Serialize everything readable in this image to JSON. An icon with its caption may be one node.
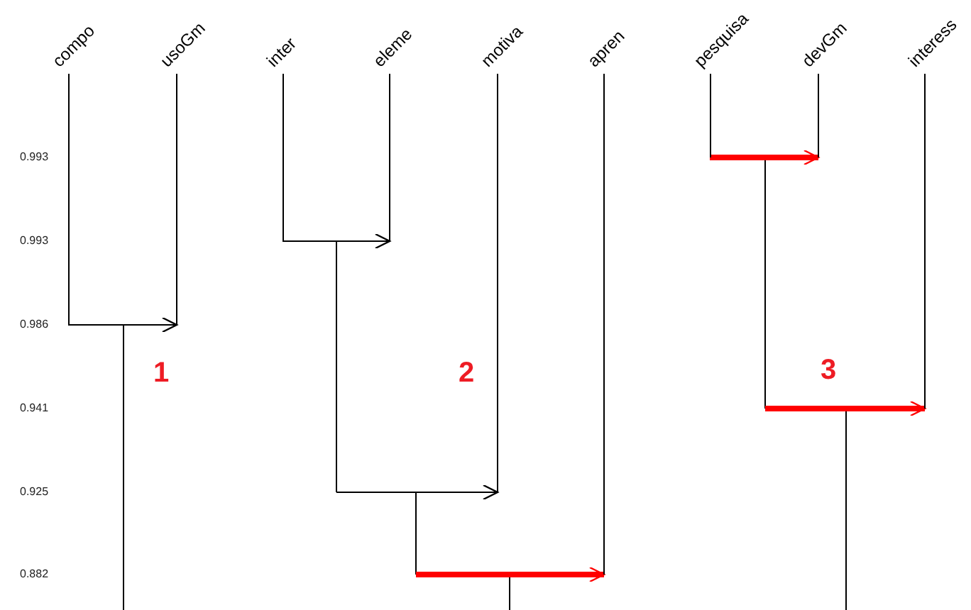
{
  "diagram": {
    "nodes": [
      {
        "text": [
          "compo"
        ]
      },
      {
        "text": [
          "usoGm"
        ]
      },
      {
        "text": [
          "inter"
        ]
      },
      {
        "text": [
          "eleme"
        ]
      },
      {
        "text": [
          "motiva"
        ]
      },
      {
        "text": [
          "apren"
        ]
      },
      {
        "text": [
          "pesquisa"
        ]
      },
      {
        "text": [
          "devGm"
        ]
      },
      {
        "text": [
          "interess"
        ]
      }
    ],
    "edges": [
      {
        "from": 0,
        "to": 1,
        "arrow": "to"
      },
      {
        "from": 2,
        "to": 3,
        "arrow": "to"
      },
      {
        "from": null,
        "to": 4,
        "arrow": "to"
      },
      {
        "from": null,
        "to": 5,
        "arrow": "to",
        "style": "thick",
        "color": "#ff0000"
      },
      {
        "from": 6,
        "to": 7,
        "arrow": "to",
        "style": "thick",
        "color": "#ff0000"
      },
      {
        "from": null,
        "to": 8,
        "arrow": "to",
        "style": "thick",
        "color": "#ff0000"
      }
    ],
    "labels": [
      "0.993",
      "0.993",
      "0.986",
      "0.941",
      "0.925",
      "0.882",
      "1",
      "2",
      "3"
    ]
  }
}
